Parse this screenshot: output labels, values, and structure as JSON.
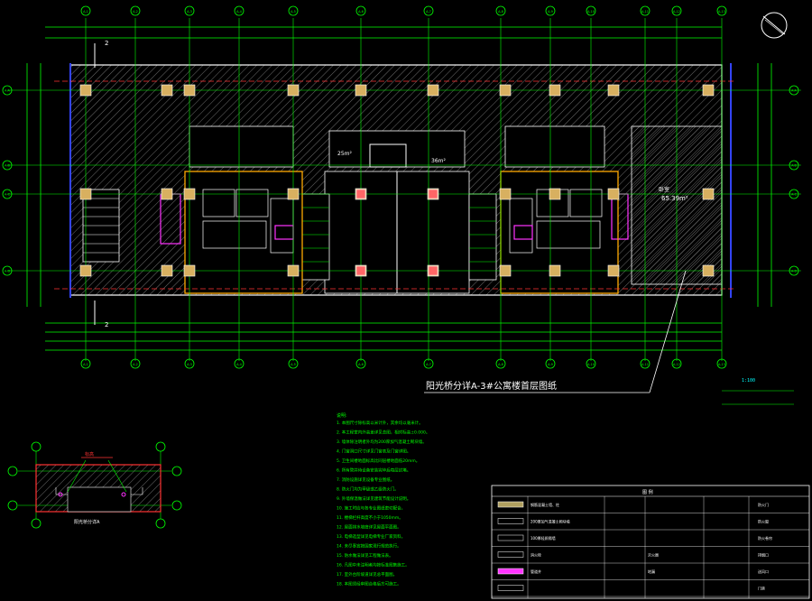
{
  "drawing": {
    "title": "阳光桥分详A-3#公寓楼首层图纸",
    "area_room_label": "65.39m²",
    "area_left_label": "25m²",
    "area_center_label": "36m²",
    "section_marks": [
      "2",
      "2"
    ],
    "scale_note": "1:100",
    "detail_title": "阳光桥分详A"
  },
  "grid_top": [
    "A-1",
    "A-2",
    "A-3",
    "A-4",
    "A-5",
    "A-6",
    "A-7",
    "A-8",
    "A-9",
    "A-10",
    "A-11",
    "A-12",
    "A-13",
    "A-14",
    "A-15",
    "A-16"
  ],
  "grid_side": [
    "A-A",
    "A-B",
    "A-C",
    "A-D"
  ],
  "notes": {
    "heading": "说明:",
    "lines": [
      "1. 本图尺寸除标高以米计外，其余均以毫米计。",
      "2. 本工程室内外高差详见总图，相对标高±0.000。",
      "3. 墙体除注明者外均为200厚加气混凝土砌块墙。",
      "4. 门窗洞口尺寸详见门窗表及门窗详图。",
      "5. 卫生间楼地面标高比同层楼地面低20mm。",
      "6. 所有管井待设备安装完毕后每层封堵。",
      "7. 消防设施详见设备专业图纸。",
      "8. 防火门均为甲级或乙级防火门。",
      "9. 外墙保温做法详见建筑节能设计说明。",
      "10. 施工时应与各专业图纸密切配合。",
      "11. 楼梯栏杆高度不小于1050mm。",
      "12. 屋面排水坡度详见屋面平面图。",
      "13. 电梯选型详见电梯专业厂家资料。",
      "14. 未尽事宜按国家现行规范执行。",
      "15. 防水做法详见工程做法表。",
      "16. 凡图中未注明者均按标准图集施工。",
      "17. 室外台阶坡道详见总平面图。",
      "18. 本图须经审图合格后方可施工。"
    ]
  },
  "legend": {
    "title": "图 例",
    "rows": [
      {
        "desc": "钢筋混凝土墙、柱",
        "sym": "",
        "desc2": "",
        "desc3": "防火门"
      },
      {
        "desc": "200厚加气混凝土砌块墙",
        "sym": "",
        "desc2": "",
        "desc3": "防火窗"
      },
      {
        "desc": "100厚轻质隔墙",
        "sym": "",
        "desc2": "",
        "desc3": "防火卷帘"
      },
      {
        "desc": "消火栓",
        "sym": "",
        "desc2": "灭火器",
        "desc3": "排烟口"
      },
      {
        "desc": "管道井",
        "sym": "",
        "desc2": "地漏",
        "desc3": "送风口"
      },
      {
        "desc": "",
        "sym": "",
        "desc2": "",
        "desc3": "门禁"
      }
    ]
  },
  "colors": {
    "background": "#000000",
    "grid_line": "#00ff00",
    "axis_red": "#ff3333",
    "wall": "#ffffff",
    "column": "#ffff66",
    "hatch": "#777777",
    "blue": "#3344ff",
    "magenta": "#ff33ff",
    "cyan": "#00ffff",
    "yellow": "#ffff00"
  }
}
